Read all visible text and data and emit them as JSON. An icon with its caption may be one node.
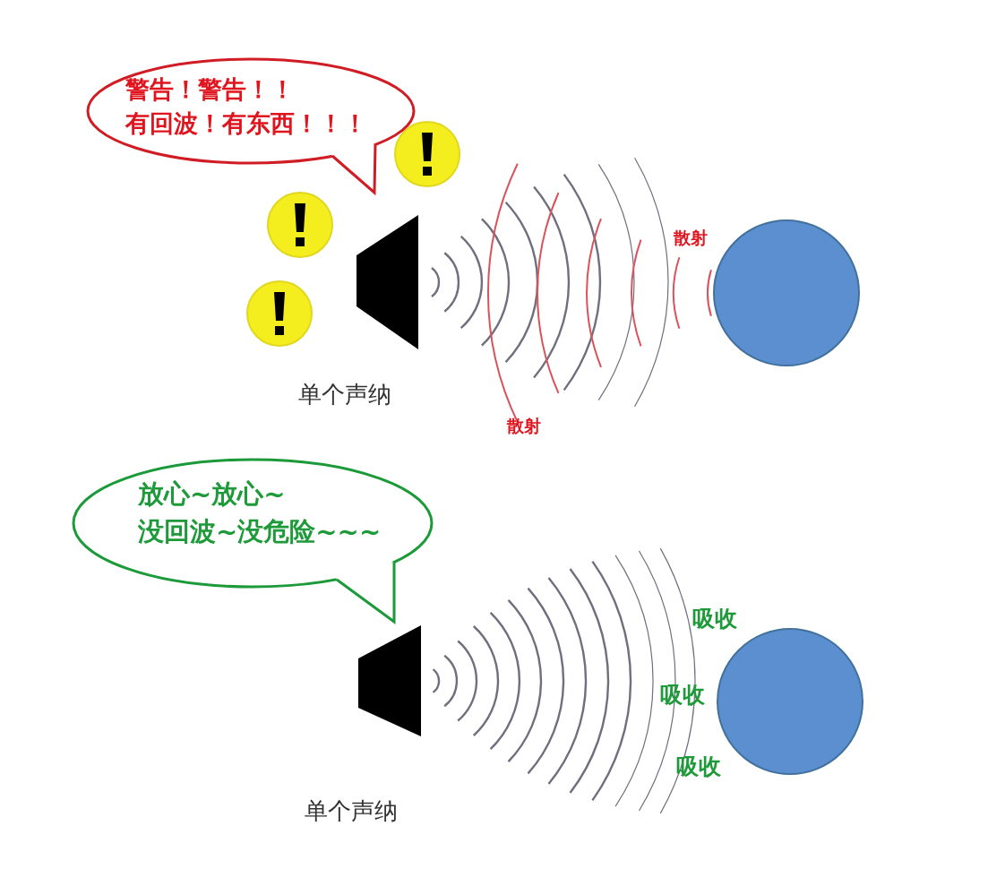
{
  "diagram": {
    "nodes": [
      {
        "text": [
          "警告！警告！！",
          "有回波！有东西！！！"
        ]
      },
      {
        "text": [
          "放心~放心~",
          "没回波~没危险~~~"
        ]
      },
      {
        "text": [],
        "shape": "circle"
      },
      {
        "text": [],
        "shape": "circle"
      }
    ],
    "labels": [
      "散射",
      "单个声纳",
      "散射",
      "吸收",
      "吸收",
      "吸收",
      "单个声纳"
    ]
  }
}
